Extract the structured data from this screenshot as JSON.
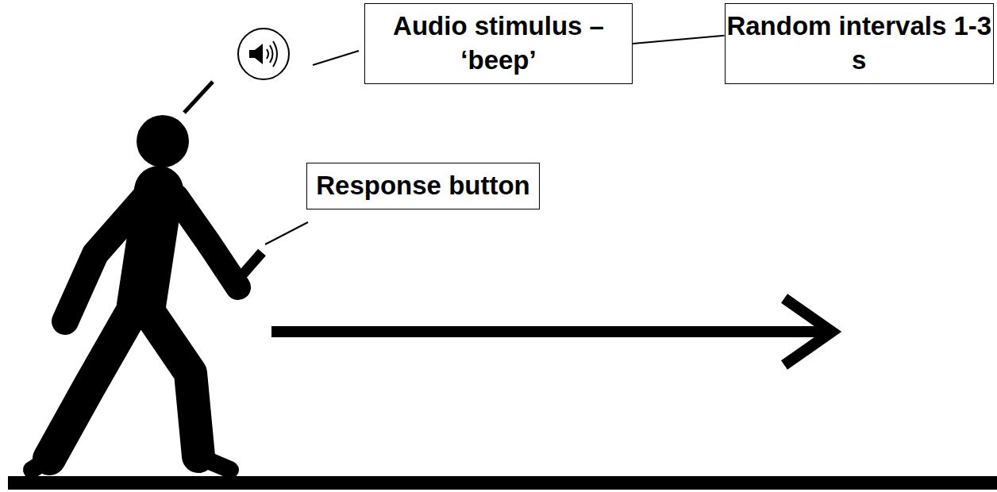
{
  "diagram": {
    "nodes": [
      {
        "text": [
          "Audio stimulus – ‘beep’"
        ]
      },
      {
        "text": [
          "Random intervals 1-3 s"
        ]
      },
      {
        "text": [
          "Response button"
        ]
      }
    ],
    "edges": [
      {
        "from": 0,
        "to": 1,
        "arrow": "none"
      }
    ]
  }
}
